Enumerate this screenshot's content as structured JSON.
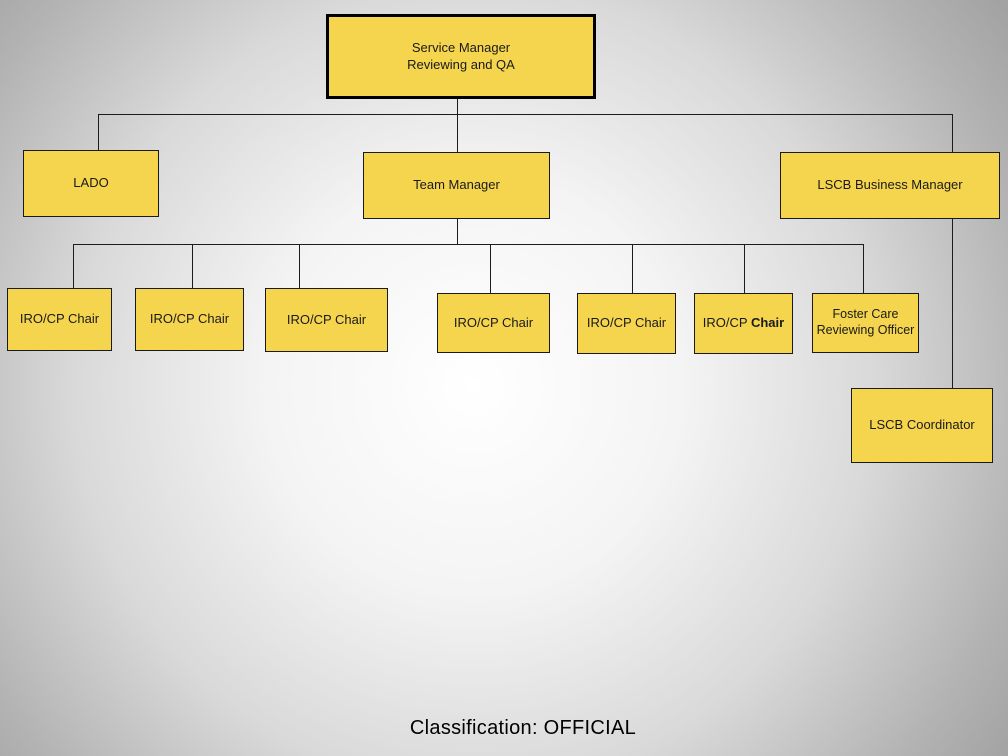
{
  "palette": {
    "box_fill": "#F5D44E",
    "box_border": "#1a1a1a",
    "root_border": "#000000",
    "connector_color": "#1c1c1c",
    "background_center": "#ffffff",
    "background_edge": "#9b9b9b",
    "text_color": "#1a1a1a"
  },
  "nodes": {
    "service_manager": {
      "line1": "Service Manager",
      "line2": "Reviewing and QA"
    },
    "lado": {
      "label": "LADO"
    },
    "team_manager": {
      "label": "Team Manager"
    },
    "lscb_business_manager": {
      "label": "LSCB Business Manager"
    },
    "iro_cp_chair_1": {
      "label": "IRO/CP Chair"
    },
    "iro_cp_chair_2": {
      "label": "IRO/CP Chair"
    },
    "iro_cp_chair_3": {
      "label": "IRO/CP Chair"
    },
    "iro_cp_chair_4": {
      "label": "IRO/CP Chair"
    },
    "iro_cp_chair_5": {
      "label": "IRO/CP Chair"
    },
    "iro_cp_chair_6": {
      "prefix": "IRO/CP ",
      "bold": "Chair"
    },
    "foster_care_reviewing_officer": {
      "line1": "Foster Care",
      "line2": "Reviewing Officer"
    },
    "lscb_coordinator": {
      "label": "LSCB Coordinator"
    }
  },
  "edges": [
    {
      "from": "service_manager",
      "to": [
        "lado",
        "team_manager",
        "lscb_business_manager"
      ]
    },
    {
      "from": "team_manager",
      "to": [
        "iro_cp_chair_1",
        "iro_cp_chair_2",
        "iro_cp_chair_3",
        "iro_cp_chair_4",
        "iro_cp_chair_5",
        "iro_cp_chair_6",
        "foster_care_reviewing_officer"
      ]
    },
    {
      "from": "lscb_business_manager",
      "to": [
        "lscb_coordinator"
      ]
    }
  ],
  "footer": {
    "classification": "Classification: OFFICIAL"
  }
}
